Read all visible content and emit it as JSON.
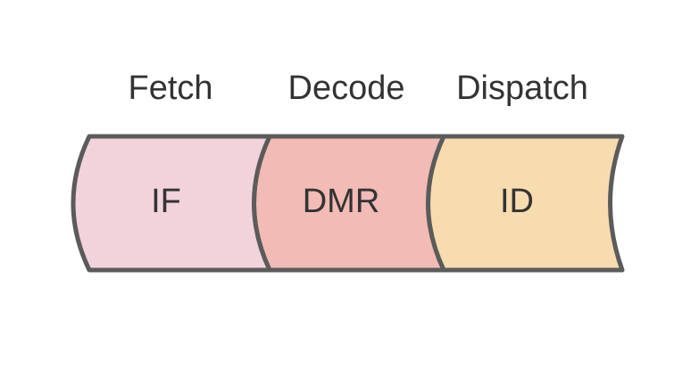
{
  "stages": [
    {
      "header": "Fetch",
      "code": "IF",
      "fill": "#f2d3dc"
    },
    {
      "header": "Decode",
      "code": "DMR",
      "fill": "#f2bbb5"
    },
    {
      "header": "Dispatch",
      "code": "ID",
      "fill": "#f7dcb0"
    }
  ],
  "stroke_color": "#5b5b5b",
  "text_color": "#333333"
}
